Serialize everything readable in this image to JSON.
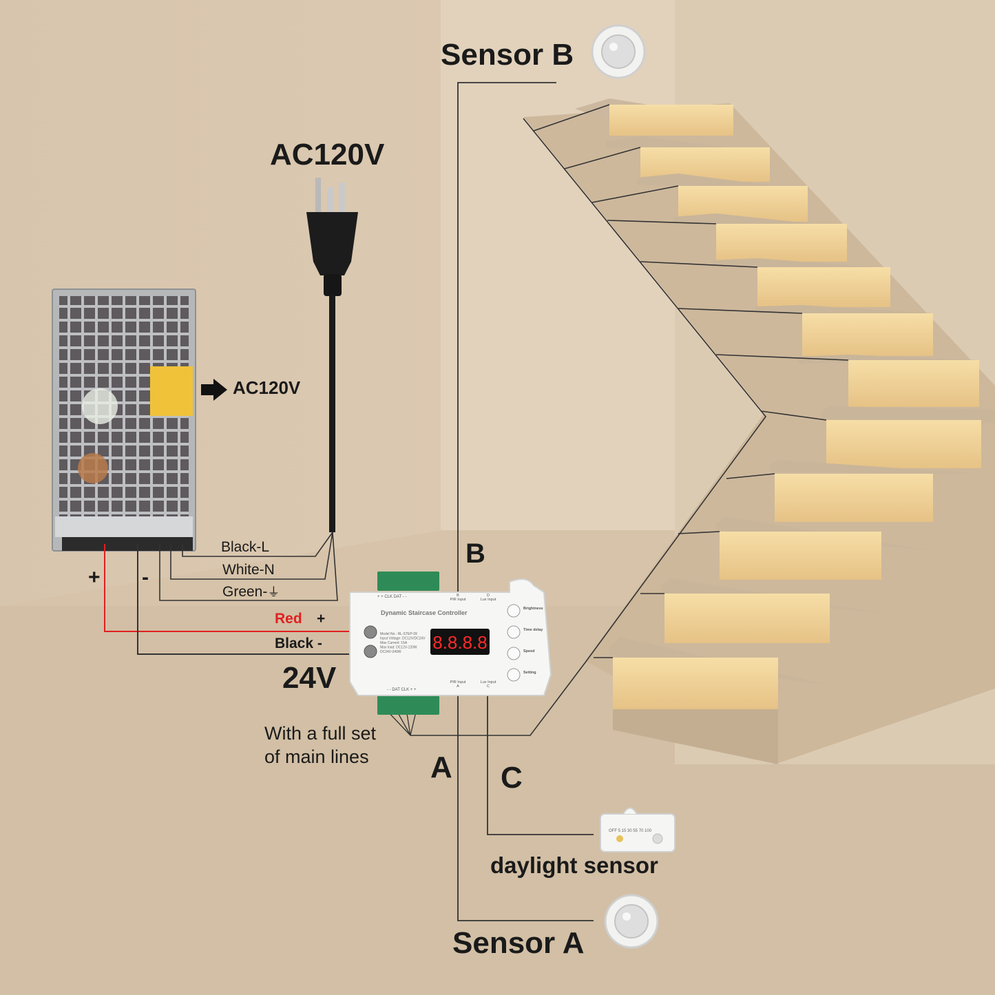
{
  "labels": {
    "sensor_b": "Sensor B",
    "sensor_a": "Sensor A",
    "ac_plug": "AC120V",
    "ac_psu": "AC120V",
    "black_l": "Black-L",
    "white_n": "White-N",
    "green": "Green-",
    "plus": "+",
    "minus": "-",
    "red_wire": "Red",
    "red_plus": "+",
    "black_wire": "Black -",
    "voltage": "24V",
    "port_b": "B",
    "port_a": "A",
    "port_c": "C",
    "main_lines_1": "With a full set",
    "main_lines_2": "of main lines",
    "daylight": "daylight sensor"
  },
  "controller": {
    "title": "Dynamic Staircase Controller",
    "display": "8.8.8.8",
    "top_terminals": "+   +  CLK  DAT  -   -",
    "bottom_terminals": "-   -   DAT  CLK  +   +",
    "pir_input_b": "B\nPIR Input",
    "lux_input_d": "D\nLux Input",
    "pir_input_a": "PIR Input\nA",
    "lux_input_c": "Lux Input\nC",
    "buttons": [
      "Brightness",
      "Time delay",
      "Speed",
      "Setting"
    ],
    "specs": [
      "Model No.: RL-STEP-09",
      "Input Voltage: DC12V/DC24V",
      "Max Current: 15A",
      "Max load: DC12V-120W",
      "DC24V-240W"
    ]
  },
  "daylight_sensor": {
    "scale": [
      "OFF",
      "5",
      "15",
      "30",
      "55",
      "70",
      "100"
    ]
  },
  "colors": {
    "wall": "#d9c6ae",
    "floor": "#cfbba1",
    "stair_glow": "#f3d79a",
    "wire_red": "#e02020",
    "wire_dark": "#333333"
  }
}
